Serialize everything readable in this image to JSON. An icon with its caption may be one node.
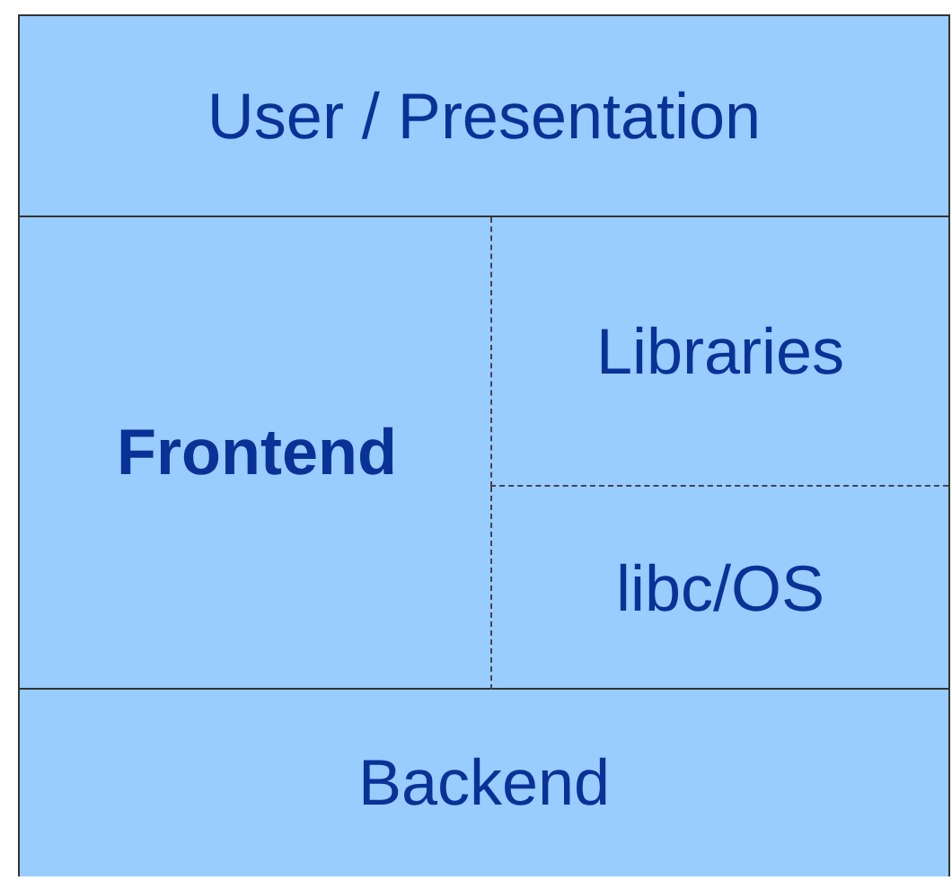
{
  "diagram": {
    "nodes": [
      {
        "text": [
          "User / Presentation"
        ]
      },
      {
        "text": [
          "Frontend"
        ]
      },
      {
        "text": [
          "Libraries"
        ],
        "in": 1
      },
      {
        "text": [
          "libc/OS"
        ],
        "in": 1
      },
      {
        "text": [
          "Backend"
        ]
      }
    ]
  }
}
